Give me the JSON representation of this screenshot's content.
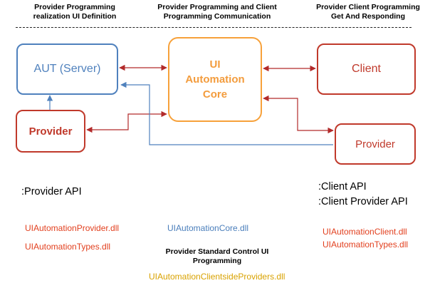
{
  "headers": {
    "left": [
      "Provider Programming",
      "realization UI Definition"
    ],
    "center": [
      "Provider Programming and Client",
      "Programming Communication"
    ],
    "right": [
      "Provider Client Programming",
      "Get And Responding"
    ]
  },
  "boxes": {
    "aut_server": "AUT (Server)",
    "provider_left": "Provider",
    "ui_core": [
      "UI",
      "Automation",
      "Core"
    ],
    "client": "Client",
    "provider_right": "Provider"
  },
  "apis": {
    "provider_api": ":Provider API",
    "client_api": ":Client API",
    "client_provider_api": ":Client Provider API"
  },
  "dlls": {
    "provider_dll": "UIAutomationProvider.dll",
    "types_left_dll": "UIAutomationTypes.dll",
    "core_dll": "UIAutomationCore.dll",
    "client_dll": "UIAutomationClient.dll",
    "types_right_dll": "UIAutomationTypes.dll",
    "clientside_dll": "UIAutomationClientsideProviders.dll"
  },
  "standard_control": [
    "Provider Standard Control UI",
    "Programming"
  ],
  "colors": {
    "blue": "#4f81bd",
    "red": "#c0392b",
    "dark_red": "#b22a2a",
    "orange": "#f7a13a",
    "core_text": "#f39c3d",
    "dll_red": "#e2401f",
    "dll_blue": "#4a7ebb",
    "dll_gold": "#d9a200"
  }
}
